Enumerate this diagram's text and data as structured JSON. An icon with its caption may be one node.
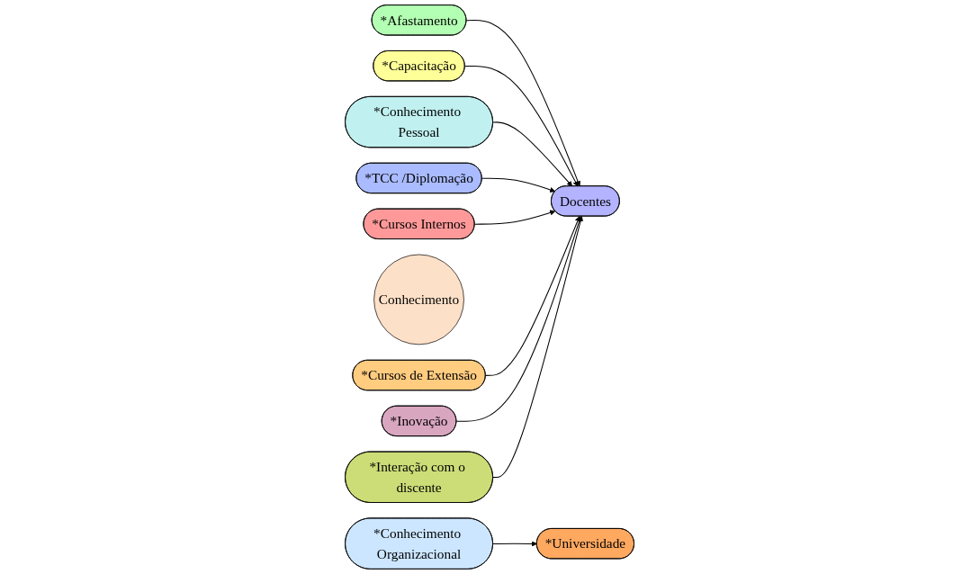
{
  "diagram": {
    "nodes": [
      {
        "text": [
          "*Afastamento"
        ]
      },
      {
        "text": [
          "*Capacitação"
        ]
      },
      {
        "text": [
          "*Conhecimento Pessoal"
        ]
      },
      {
        "text": [
          "*Conhecimento Organizacional"
        ]
      },
      {
        "text": [
          "*TCC /Diplomação"
        ]
      },
      {
        "text": [
          "Docentes"
        ]
      },
      {
        "text": [
          "Conhecimento"
        ]
      },
      {
        "text": [
          "*Universidade"
        ]
      },
      {
        "text": [
          "*Cursos Internos"
        ]
      },
      {
        "text": [
          "*Cursos de Extensão"
        ]
      },
      {
        "text": [
          "*Inovação"
        ]
      },
      {
        "text": [
          "*Interação com o discente"
        ]
      }
    ],
    "edges": [
      {
        "from": 0,
        "to": 5,
        "arrow": "to"
      },
      {
        "from": 1,
        "to": 5,
        "arrow": "to"
      },
      {
        "from": 2,
        "to": 5,
        "arrow": "to"
      },
      {
        "from": 4,
        "to": 5,
        "arrow": "to"
      },
      {
        "from": 8,
        "to": 5,
        "arrow": "to"
      },
      {
        "from": 9,
        "to": 5,
        "arrow": "to"
      },
      {
        "from": 10,
        "to": 5,
        "arrow": "to"
      },
      {
        "from": 11,
        "to": 5,
        "arrow": "to"
      },
      {
        "from": 3,
        "to": 7,
        "arrow": "to"
      }
    ]
  }
}
